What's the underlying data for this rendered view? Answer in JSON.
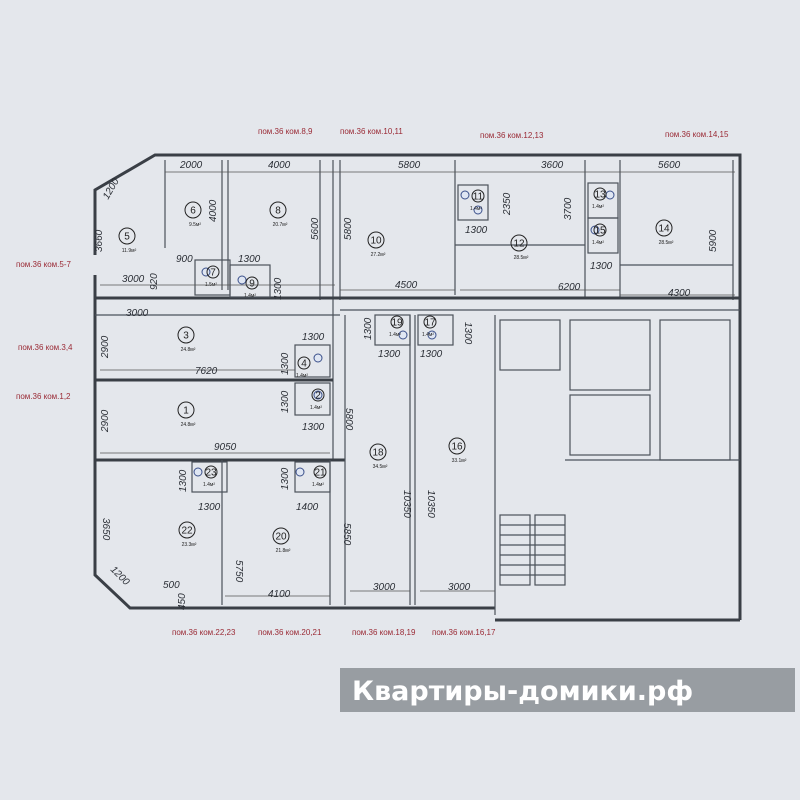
{
  "unit_labels": {
    "top": [
      "пом.36 ком.8,9",
      "пом.36 ком.10,11",
      "пом.36 ком.12,13",
      "пом.36 ком.14,15"
    ],
    "left": [
      "пом.36 ком.5-7",
      "пом.36 ком.3,4",
      "пом.36 ком.1,2"
    ],
    "bottom": [
      "пом.36 ком.22,23",
      "пом.36 ком.20,21",
      "пом.36 ком.18,19",
      "пом.36 ком.16,17"
    ]
  },
  "rooms": [
    {
      "num": "5",
      "area": "11.9м²"
    },
    {
      "num": "6",
      "area": "9.5м²"
    },
    {
      "num": "7",
      "area": "1.5м²"
    },
    {
      "num": "8",
      "area": "20.7м²"
    },
    {
      "num": "9",
      "area": "1.4м²"
    },
    {
      "num": "10",
      "area": "27.2м²"
    },
    {
      "num": "11",
      "area": "1.4м²"
    },
    {
      "num": "12",
      "area": "28.5м²"
    },
    {
      "num": "13",
      "area": "1.4м²"
    },
    {
      "num": "14",
      "area": "28.5м²"
    },
    {
      "num": "15",
      "area": "1.4м²"
    },
    {
      "num": "3",
      "area": "24.8м²"
    },
    {
      "num": "4",
      "area": "1.4м²"
    },
    {
      "num": "1",
      "area": "24.8м²"
    },
    {
      "num": "2",
      "area": "1.4м²"
    },
    {
      "num": "19",
      "area": "1.4м²"
    },
    {
      "num": "17",
      "area": "1.4м²"
    },
    {
      "num": "18",
      "area": "34.5м²"
    },
    {
      "num": "16",
      "area": "33.1м²"
    },
    {
      "num": "22",
      "area": "23.3м²"
    },
    {
      "num": "23",
      "area": "1.4м²"
    },
    {
      "num": "20",
      "area": "21.8м²"
    },
    {
      "num": "21",
      "area": "1.4м²"
    }
  ],
  "dimensions": {
    "top": [
      "2000",
      "4000",
      "5800",
      "3600",
      "5600"
    ],
    "d1200a": "1200",
    "d3660": "3660",
    "d4000": "4000",
    "d5600": "5600",
    "d5800a": "5800",
    "d900": "900",
    "d1300a": "1300",
    "d920": "920",
    "d3000a": "3000",
    "d1300b": "1300",
    "d4500": "4500",
    "d2350": "2350",
    "d1300c": "1300",
    "d3700": "3700",
    "d1300d": "1300",
    "d6200": "6200",
    "d4300": "4300",
    "d5900": "5900",
    "d3000b": "3000",
    "d2900a": "2900",
    "d7620": "7620",
    "d1300e": "1300",
    "d1300f": "1300",
    "d2900b": "2900",
    "d1300g": "1300",
    "d1300h": "1300",
    "d9050": "9050",
    "d5800b": "5800",
    "d1300i": "1300",
    "d1300j": "1300",
    "d1300k": "1300",
    "d1300l": "1300",
    "d10350a": "10350",
    "d10350b": "10350",
    "d1300m": "1300",
    "d1300n": "1300",
    "d1300o": "1300",
    "d1400": "1400",
    "d3650": "3650",
    "d5750": "5750",
    "d5850": "5850",
    "d1200b": "1200",
    "d500": "500",
    "d450": "450",
    "d4100": "4100",
    "d3000c": "3000",
    "d3000d": "3000"
  },
  "watermark": "Квартиры-домики.рф"
}
